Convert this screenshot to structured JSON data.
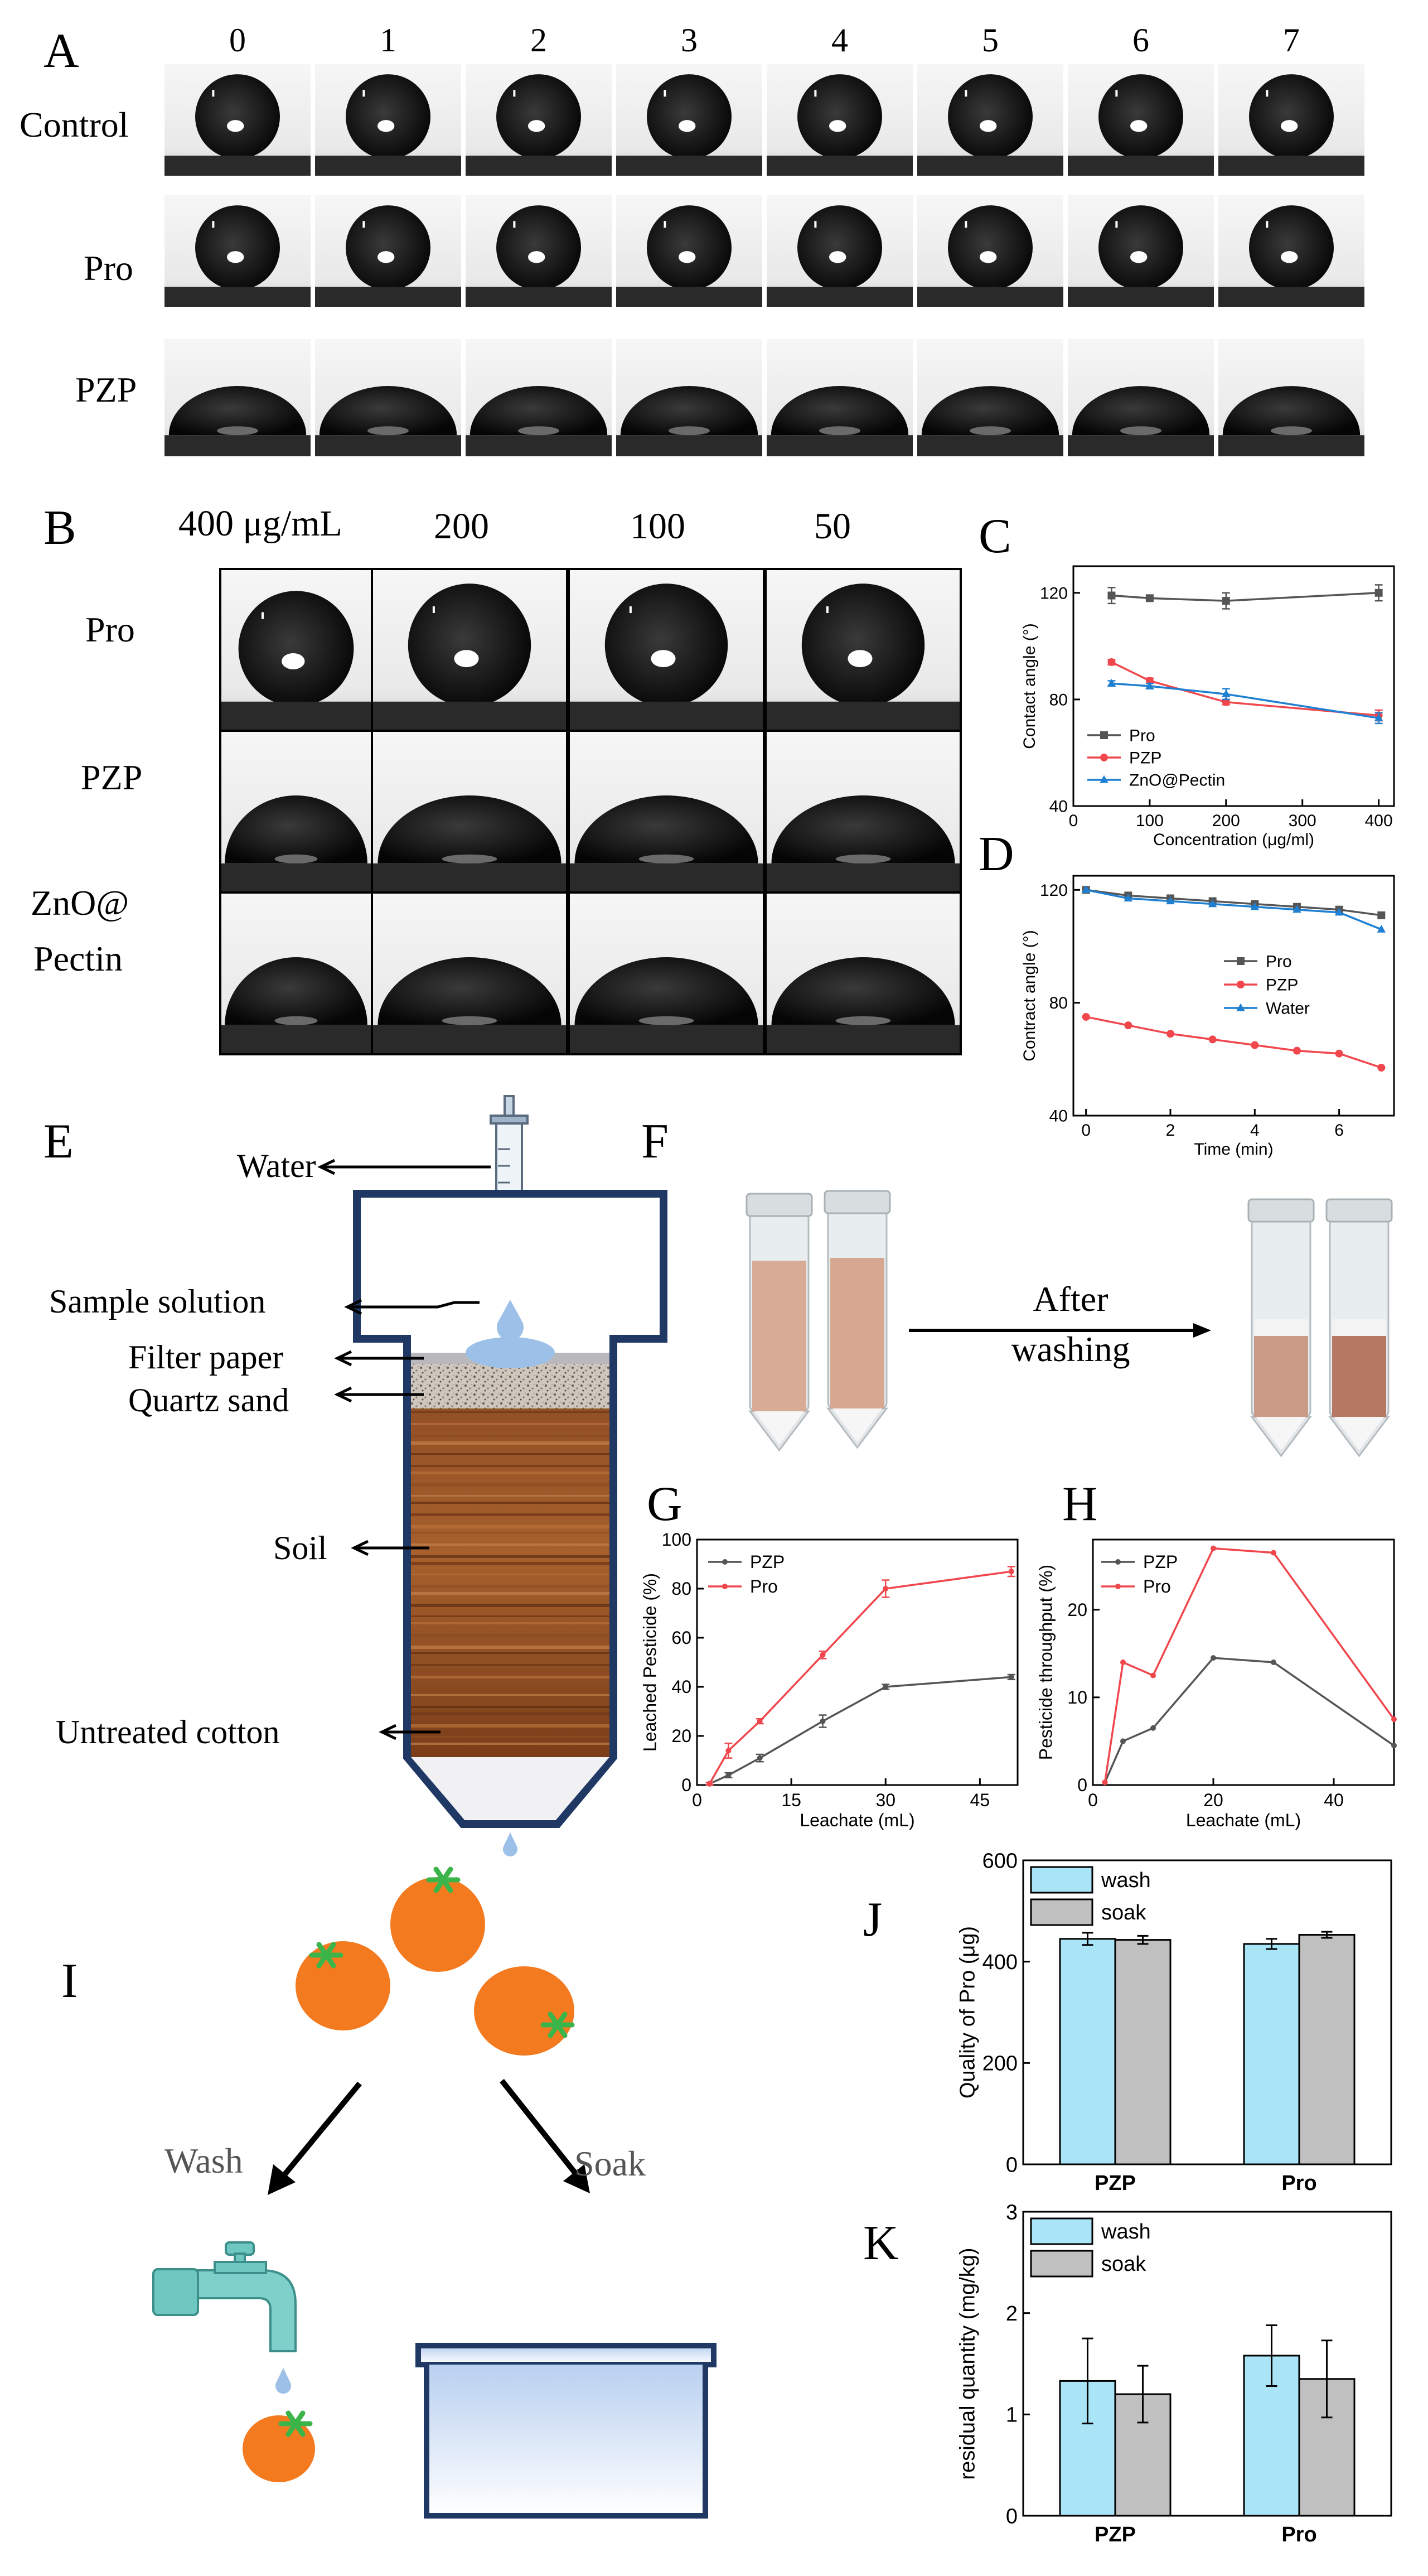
{
  "panels": {
    "A": {
      "letter": "A",
      "time_labels": [
        "0",
        "1",
        "2",
        "3",
        "4",
        "5",
        "6",
        "7"
      ],
      "row_labels": [
        "Control",
        "Pro",
        "PZP"
      ]
    },
    "B": {
      "letter": "B",
      "conc_labels": [
        "400 μg/mL",
        "200",
        "100",
        "50"
      ],
      "row_labels": [
        "Pro",
        "PZP",
        "ZnO@",
        "Pectin"
      ]
    },
    "C": {
      "letter": "C"
    },
    "D": {
      "letter": "D"
    },
    "E": {
      "letter": "E",
      "labels": {
        "water": "Water",
        "sample": "Sample solution",
        "filter": "Filter paper",
        "quartz": "Quartz sand",
        "soil": "Soil",
        "cotton": "Untreated cotton"
      }
    },
    "F": {
      "letter": "F",
      "arrow_line1": "After",
      "arrow_line2": "washing"
    },
    "G": {
      "letter": "G"
    },
    "H": {
      "letter": "H"
    },
    "I": {
      "letter": "I",
      "wash": "Wash",
      "soak": "Soak"
    },
    "J": {
      "letter": "J"
    },
    "K": {
      "letter": "K"
    }
  },
  "colors": {
    "pro_black": "#555555",
    "pzp_red": "#f0474d",
    "zno_blue": "#1f7fd1",
    "wash_bar": "#a9e4f7",
    "soak_bar": "#c0c0c0",
    "tomato": "#f47a1f",
    "leaf": "#3bb54a"
  },
  "chart_data": [
    {
      "id": "C",
      "type": "line",
      "xlabel": "Concentration (μg/ml)",
      "ylabel": "Contact angle (°)",
      "xlim": [
        0,
        420
      ],
      "ylim": [
        40,
        130
      ],
      "xticks": [
        0,
        100,
        200,
        300,
        400
      ],
      "yticks": [
        40,
        80,
        120
      ],
      "legend": "bottom-left",
      "series": [
        {
          "name": "Pro",
          "color": "#555555",
          "marker": "square",
          "x": [
            50,
            100,
            200,
            400
          ],
          "y": [
            119,
            118,
            117,
            120
          ],
          "err": [
            3,
            0.5,
            3,
            3
          ]
        },
        {
          "name": "PZP",
          "color": "#f0474d",
          "marker": "circle",
          "x": [
            50,
            100,
            200,
            400
          ],
          "y": [
            94,
            87,
            79,
            74
          ],
          "err": [
            1,
            1,
            1,
            2
          ]
        },
        {
          "name": "ZnO@Pectin",
          "color": "#1f7fd1",
          "marker": "triangle",
          "x": [
            50,
            100,
            200,
            400
          ],
          "y": [
            86,
            85,
            82,
            73
          ],
          "err": [
            1,
            1,
            2,
            2
          ]
        }
      ]
    },
    {
      "id": "D",
      "type": "line",
      "xlabel": "Time (min)",
      "ylabel": "Contract angle (°)",
      "xlim": [
        -0.3,
        7.3
      ],
      "ylim": [
        40,
        125
      ],
      "xticks": [
        0,
        2,
        4,
        6
      ],
      "yticks": [
        40,
        80,
        120
      ],
      "legend": "middle-right",
      "series": [
        {
          "name": "Pro",
          "color": "#555555",
          "marker": "square",
          "x": [
            0,
            1,
            2,
            3,
            4,
            5,
            6,
            7
          ],
          "y": [
            120,
            118,
            117,
            116,
            115,
            114,
            113,
            111
          ]
        },
        {
          "name": "PZP",
          "color": "#f0474d",
          "marker": "circle",
          "x": [
            0,
            1,
            2,
            3,
            4,
            5,
            6,
            7
          ],
          "y": [
            75,
            72,
            69,
            67,
            65,
            63,
            62,
            57
          ]
        },
        {
          "name": "Water",
          "color": "#1f7fd1",
          "marker": "triangle",
          "x": [
            0,
            1,
            2,
            3,
            4,
            5,
            6,
            7
          ],
          "y": [
            120,
            117,
            116,
            115,
            114,
            113,
            112,
            106
          ]
        }
      ]
    },
    {
      "id": "G",
      "type": "line",
      "xlabel": "Leachate (mL)",
      "ylabel": "Leached Pesticide (%)",
      "xlim": [
        0,
        51
      ],
      "ylim": [
        0,
        100
      ],
      "xticks": [
        0,
        15,
        30,
        45
      ],
      "yticks": [
        0,
        20,
        40,
        60,
        80,
        100
      ],
      "legend": "top-left",
      "series": [
        {
          "name": "PZP",
          "color": "#555555",
          "marker": "circle",
          "x": [
            2,
            5,
            10,
            20,
            30,
            50
          ],
          "y": [
            0.5,
            4,
            11,
            26,
            40,
            44
          ],
          "err": [
            0.5,
            1,
            1.5,
            2.5,
            1,
            1
          ]
        },
        {
          "name": "Pro",
          "color": "#f0474d",
          "marker": "circle",
          "x": [
            2,
            5,
            10,
            20,
            30,
            50
          ],
          "y": [
            0.5,
            14,
            26,
            53,
            80,
            87
          ],
          "err": [
            0.5,
            3,
            1,
            1.5,
            3.5,
            2
          ]
        }
      ]
    },
    {
      "id": "H",
      "type": "line",
      "xlabel": "Leachate (mL)",
      "ylabel": "Pesticide throughput (%)",
      "xlim": [
        0,
        50
      ],
      "ylim": [
        0,
        28
      ],
      "xticks": [
        0,
        20,
        40
      ],
      "yticks": [
        0,
        10,
        20
      ],
      "legend": "top-left",
      "series": [
        {
          "name": "PZP",
          "color": "#555555",
          "marker": "circle",
          "x": [
            2,
            5,
            10,
            20,
            30,
            50
          ],
          "y": [
            0.3,
            5,
            6.5,
            14.5,
            14,
            4.5
          ]
        },
        {
          "name": "Pro",
          "color": "#f0474d",
          "marker": "circle",
          "x": [
            2,
            5,
            10,
            20,
            30,
            50
          ],
          "y": [
            0.3,
            14,
            12.5,
            27,
            26.5,
            7.5
          ]
        }
      ]
    },
    {
      "id": "J",
      "type": "bar",
      "categories": [
        "PZP",
        "Pro"
      ],
      "ylabel": "Quality of Pro (μg)",
      "ylim": [
        0,
        600
      ],
      "yticks": [
        0,
        200,
        400,
        600
      ],
      "legend": "top-left",
      "series": [
        {
          "name": "wash",
          "color": "#a9e4f7",
          "values": [
            445,
            435
          ],
          "err": [
            12,
            10
          ]
        },
        {
          "name": "soak",
          "color": "#c0c0c0",
          "values": [
            443,
            453
          ],
          "err": [
            8,
            6
          ]
        }
      ]
    },
    {
      "id": "K",
      "type": "bar",
      "categories": [
        "PZP",
        "Pro"
      ],
      "ylabel": "residual quantity (mg/kg)",
      "ylim": [
        0,
        3
      ],
      "yticks": [
        0,
        1,
        2,
        3
      ],
      "legend": "top-left",
      "series": [
        {
          "name": "wash",
          "color": "#a9e4f7",
          "values": [
            1.33,
            1.58
          ],
          "err": [
            0.42,
            0.3
          ]
        },
        {
          "name": "soak",
          "color": "#c0c0c0",
          "values": [
            1.2,
            1.35
          ],
          "err": [
            0.28,
            0.38
          ]
        }
      ]
    }
  ]
}
